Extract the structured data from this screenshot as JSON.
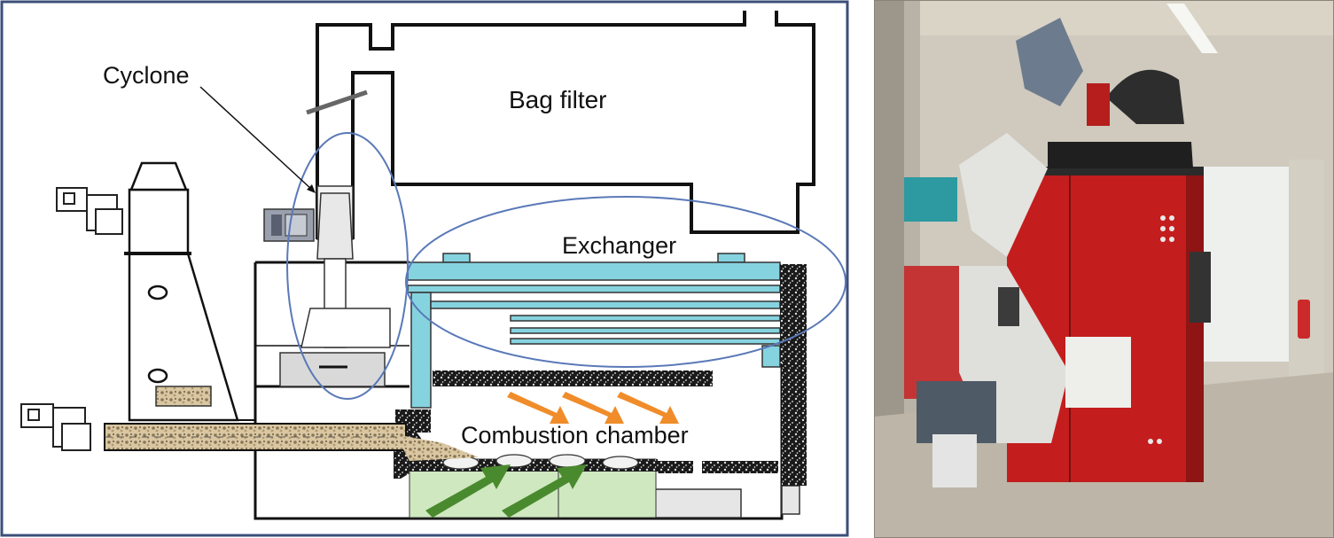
{
  "diagram": {
    "labels": {
      "cyclone": "Cyclone",
      "bag_filter": "Bag filter",
      "exchanger": "Exchanger",
      "combustion_chamber": "Combustion chamber"
    },
    "colors": {
      "frame": "#3b4f7a",
      "exchanger": "#86d3e0",
      "highlight_ellipse": "#5a79b8",
      "air_arrow": "#4a8a2e",
      "flame_arrow": "#f08c2a",
      "grate_zone": "#cfe8c0",
      "refractory": "#222222"
    }
  },
  "photo": {
    "description_icons": [
      "boiler-photo"
    ]
  }
}
